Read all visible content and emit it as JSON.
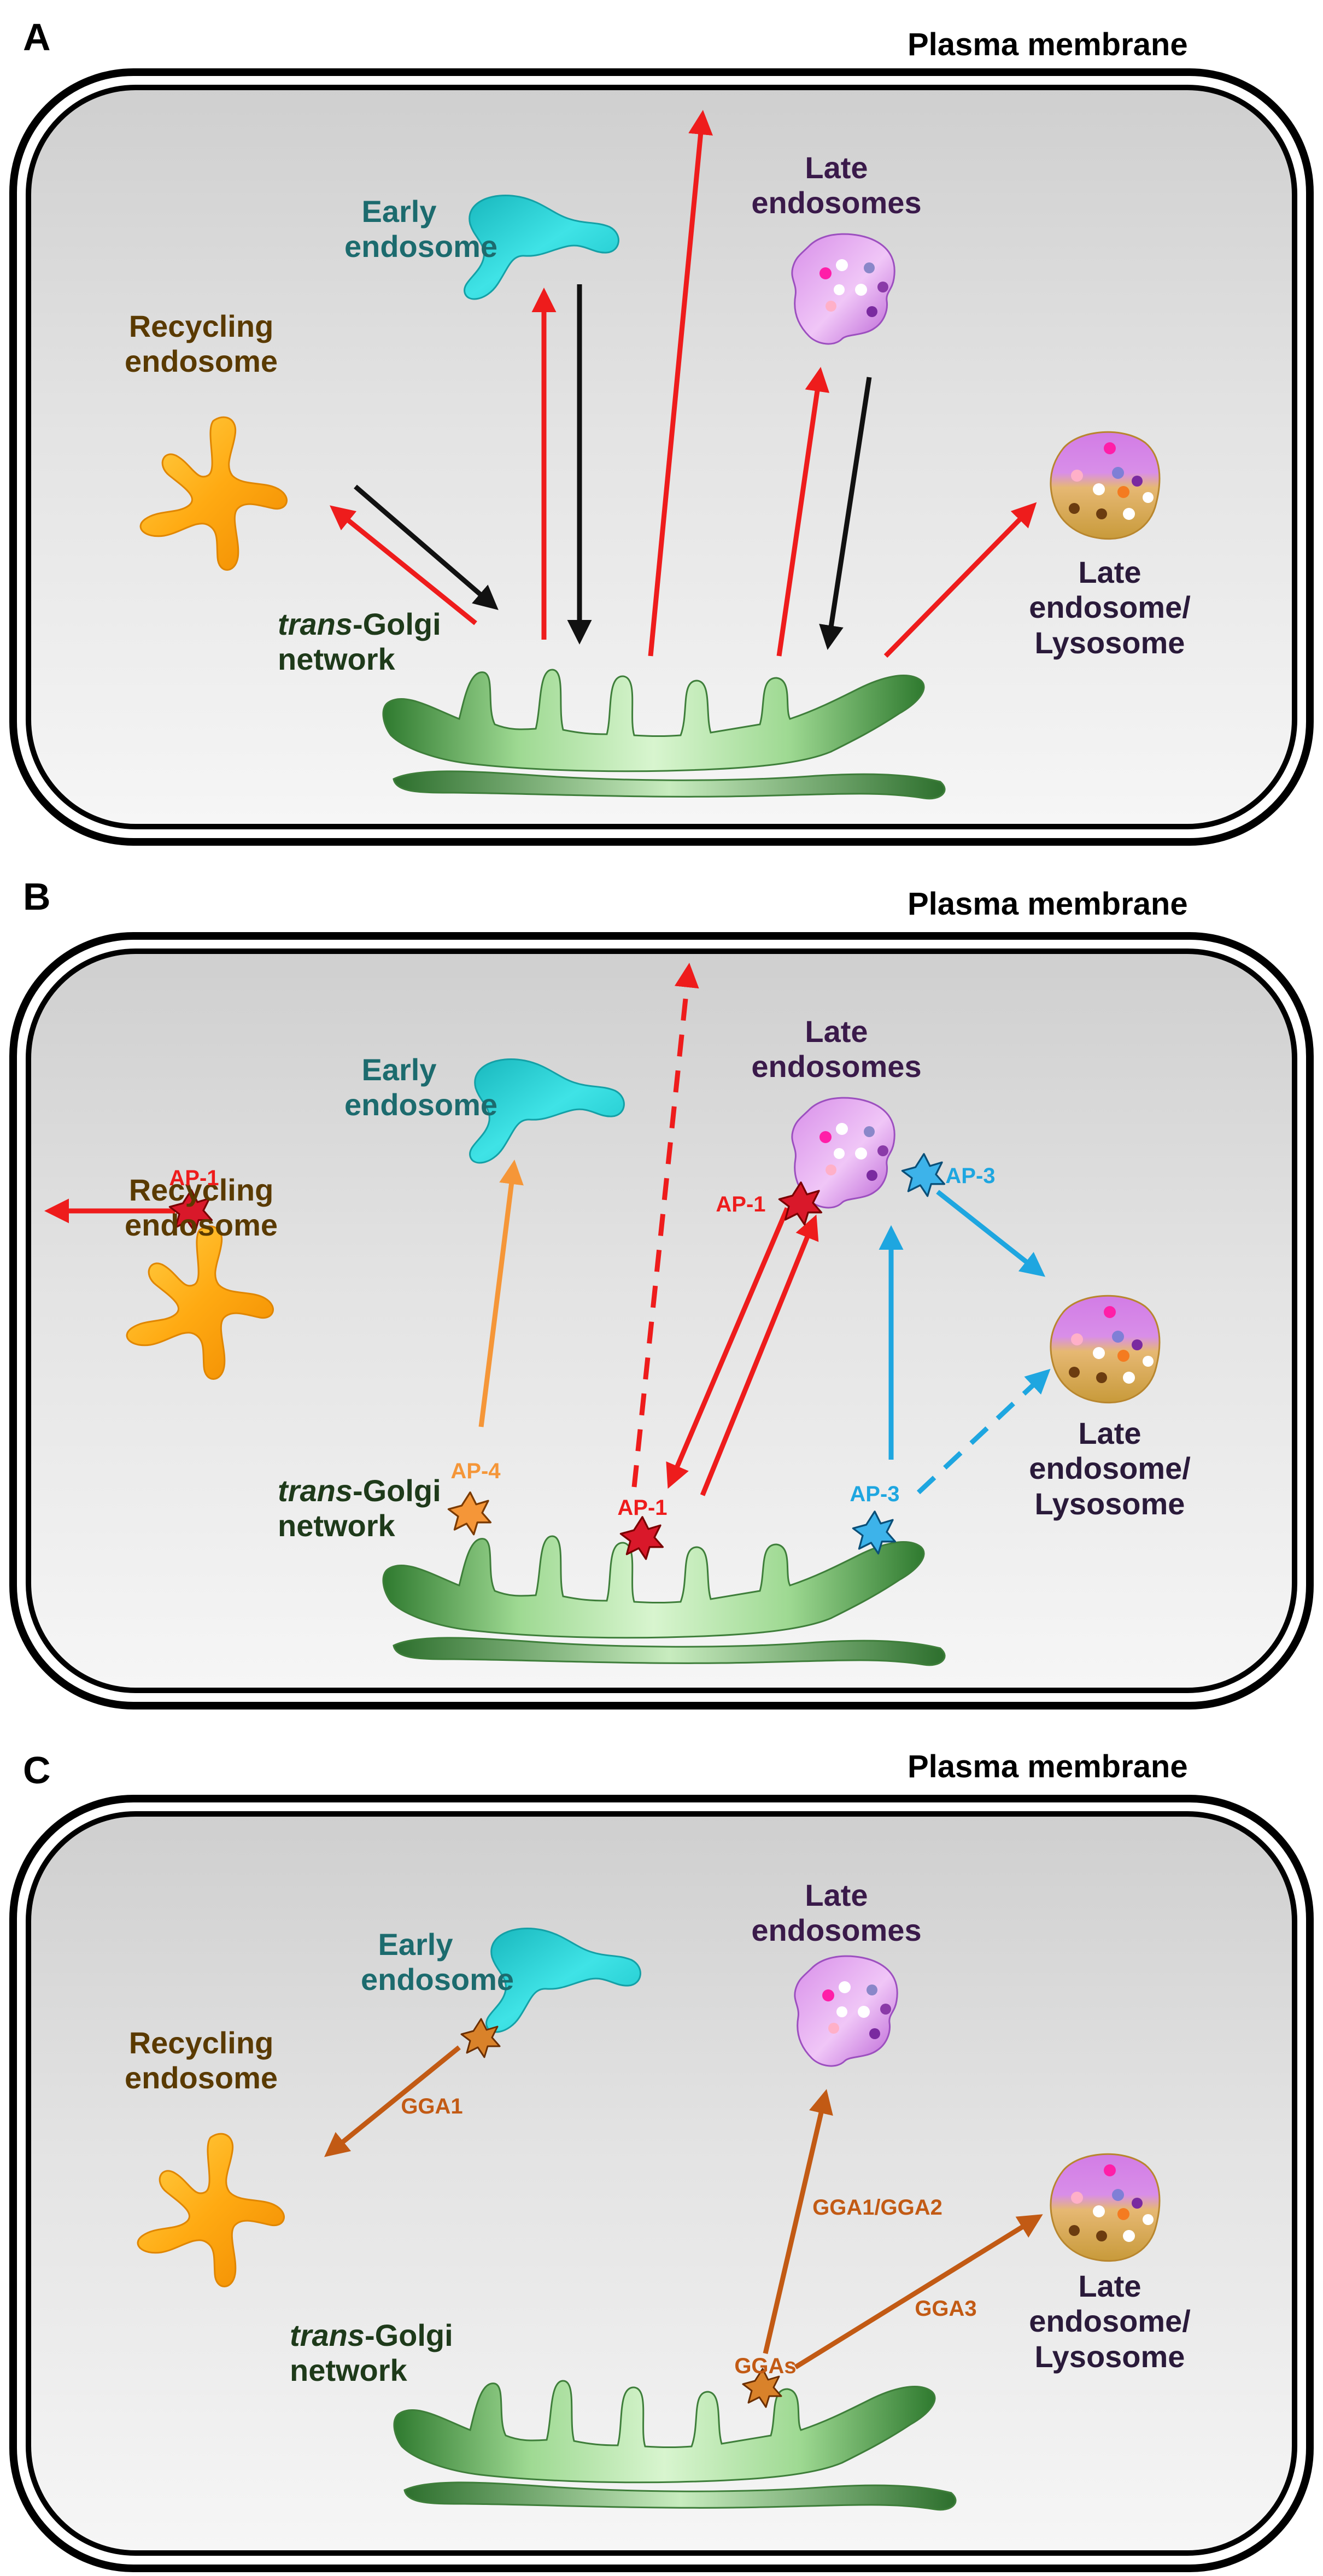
{
  "panels": [
    {
      "label": "A",
      "membrane": "Plasma membrane",
      "organelles": {
        "early": "Early endosome",
        "recycling": "Recycling endosome",
        "late": "Late endosomes",
        "lysosome": "Late endosome/ Lysosome",
        "tgn_italic": "trans",
        "tgn_rest": "-Golgi network"
      }
    },
    {
      "label": "B",
      "membrane": "Plasma membrane",
      "organelles": {
        "early": "Early endosome",
        "recycling": "Recycling endosome",
        "late": "Late endosomes",
        "lysosome": "Late endosome/ Lysosome",
        "tgn_italic": "trans",
        "tgn_rest": "-Golgi network"
      },
      "adaptors": {
        "ap1_recycling": "AP-1",
        "ap1_late": "AP-1",
        "ap3_late": "AP-3",
        "ap4_tgn": "AP-4",
        "ap1_tgn": "AP-1",
        "ap3_tgn": "AP-3"
      }
    },
    {
      "label": "C",
      "membrane": "Plasma membrane",
      "organelles": {
        "early": "Early endosome",
        "recycling": "Recycling endosome",
        "late": "Late endosomes",
        "lysosome": "Late endosome/ Lysosome",
        "tgn_italic": "trans",
        "tgn_rest": "-Golgi network"
      },
      "adaptors": {
        "gga1": "GGA1",
        "gga12": "GGA1/GGA2",
        "gga3": "GGA3",
        "ggas": "GGAs"
      }
    }
  ],
  "colors": {
    "red": "#ee1c1c",
    "black": "#111111",
    "orange": "#f59638",
    "blue": "#1ea6e0",
    "brown": "#c25a14",
    "early": "#22cfd4",
    "recycling": "#ffab10",
    "late": "#cf7ee2",
    "golgi": "#6fb866",
    "cell_fill": "#e4e4e4"
  }
}
